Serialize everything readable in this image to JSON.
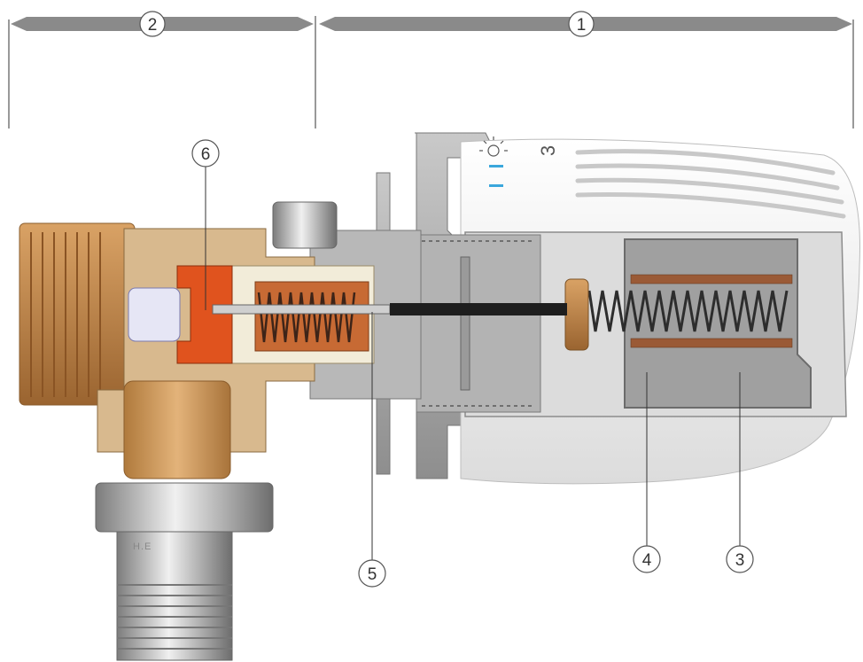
{
  "callouts": {
    "c1": "1",
    "c2": "2",
    "c3": "3",
    "c4": "4",
    "c5": "5",
    "c6": "6"
  },
  "scale_label": "3",
  "body_stamp": "H.E",
  "colors": {
    "arrow": "#8a8a8a",
    "brass": "#c7904f",
    "copper": "#d36a2c",
    "orange": "#e0531e",
    "head_white": "#f3f3f3",
    "head_gray": "#a9a9a9",
    "steel": "#bdbdbd",
    "tick_blue": "#3aa7dc"
  }
}
